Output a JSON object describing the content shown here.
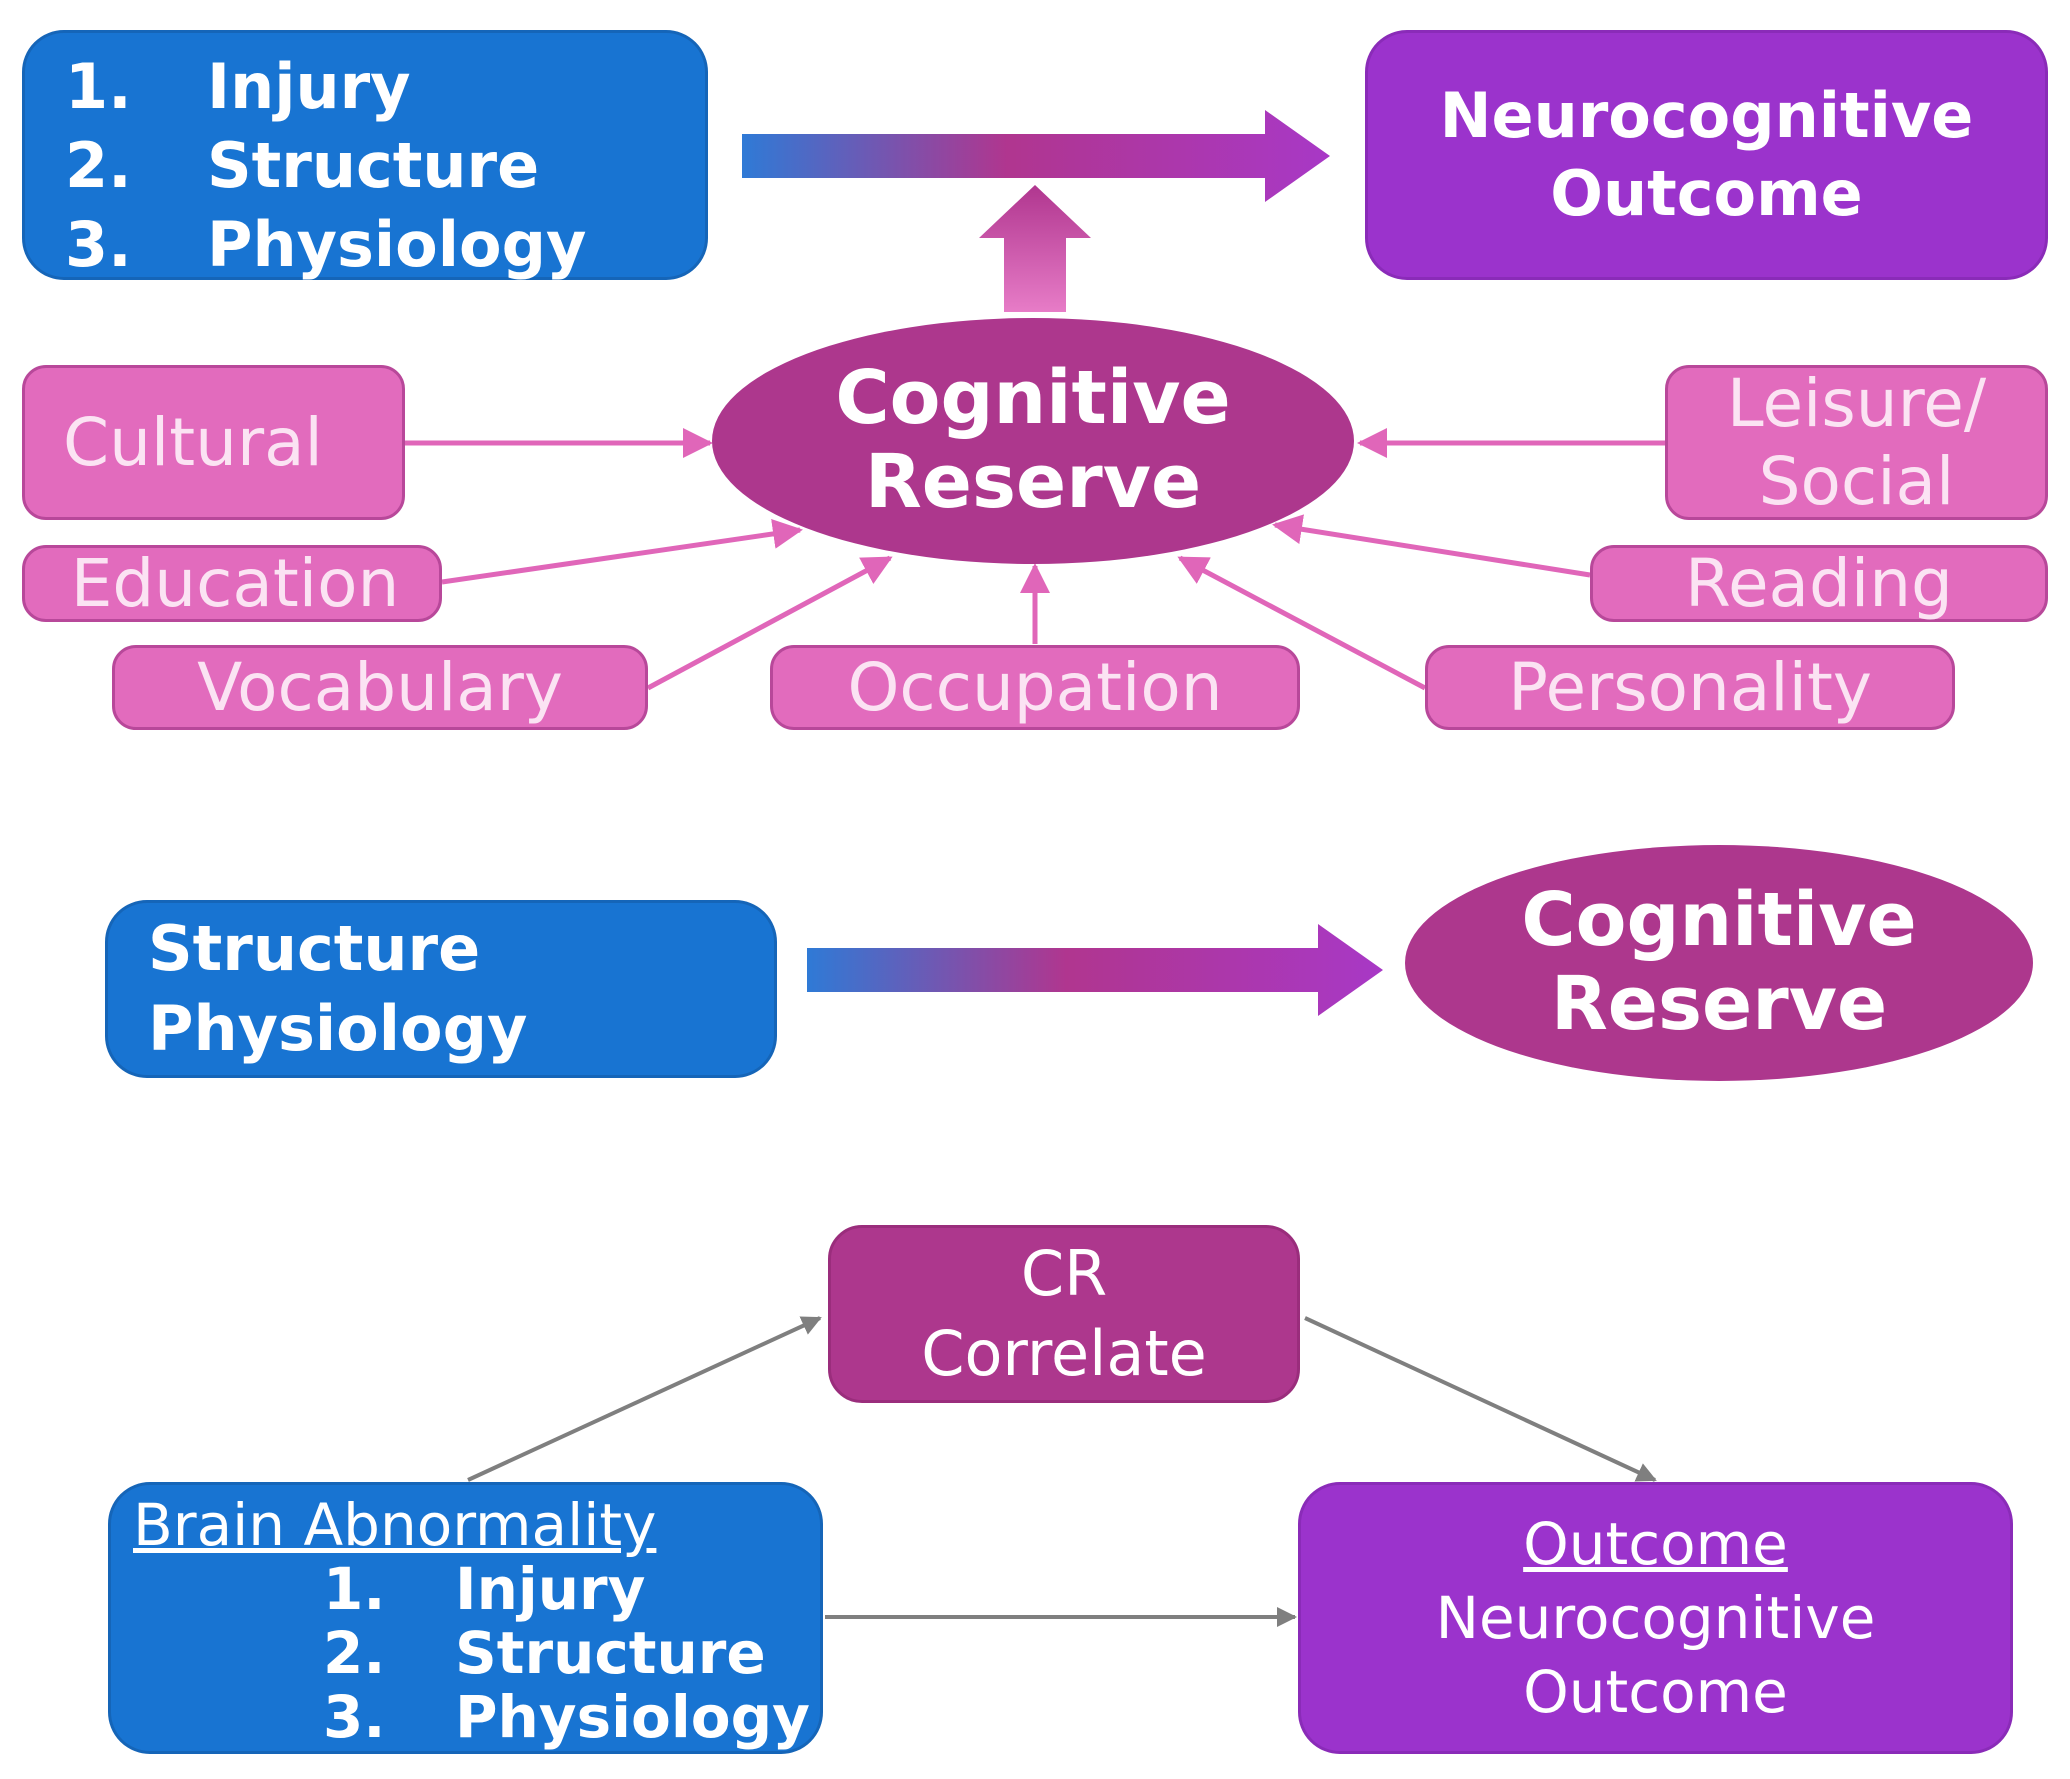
{
  "top": {
    "factors": [
      "Injury",
      "Structure",
      "Physiology"
    ],
    "numbers": [
      "1.",
      "2.",
      "3."
    ],
    "outcome": [
      "Neurocognitive",
      "Outcome"
    ],
    "reserve": [
      "Cognitive",
      "Reserve"
    ],
    "contributors": {
      "cultural": "Cultural",
      "education": "Education",
      "vocabulary": "Vocabulary",
      "occupation": "Occupation",
      "leisure": [
        "Leisure/",
        "Social"
      ],
      "reading": "Reading",
      "personality": "Personality"
    }
  },
  "middle": {
    "source": [
      "Structure",
      "Physiology"
    ],
    "reserve": [
      "Cognitive",
      "Reserve"
    ]
  },
  "bottom": {
    "correlate": [
      "CR",
      "Correlate"
    ],
    "abnormality_title": "Brain Abnormality",
    "factors": [
      "Injury",
      "Structure",
      "Physiology"
    ],
    "numbers": [
      "1.",
      "2.",
      "3."
    ],
    "outcome_title": "Outcome",
    "outcome": [
      "Neurocognitive",
      "Outcome"
    ]
  },
  "colors": {
    "blue": "#1874d2",
    "purple": "#9b33cc",
    "pink": "#e26bbd",
    "magenta": "#ad378d",
    "gray_arrow": "#7f7f7f"
  }
}
